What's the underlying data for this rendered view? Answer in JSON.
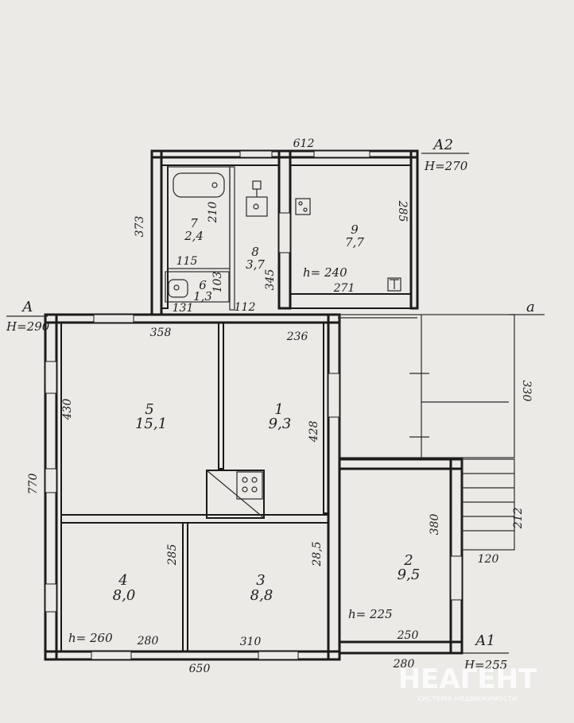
{
  "markers": {
    "a2_label": "А2",
    "a2_height": "Н=270",
    "a_label": "А",
    "a_height": "Н=290",
    "a1_label": "А1",
    "a1_height": "Н=255",
    "small_a": "а"
  },
  "rooms": [
    {
      "num": "1",
      "area": "9,3"
    },
    {
      "num": "2",
      "area": "9,5"
    },
    {
      "num": "3",
      "area": "8,8"
    },
    {
      "num": "4",
      "area": "8,0"
    },
    {
      "num": "5",
      "area": "15,1"
    },
    {
      "num": "6",
      "area": "1,3"
    },
    {
      "num": "7",
      "area": "2,4"
    },
    {
      "num": "8",
      "area": "3,7"
    },
    {
      "num": "9",
      "area": "7,7"
    }
  ],
  "dimensions": {
    "d612": "612",
    "d373": "373",
    "d210": "210",
    "d115": "115",
    "d285a": "285",
    "d271": "271",
    "d345": "345",
    "d103": "103",
    "d131": "131",
    "d112": "112",
    "d358": "358",
    "d236": "236",
    "d430": "430",
    "d770": "770",
    "d428": "428",
    "d330": "330",
    "d380": "380",
    "d212": "212",
    "d120": "120",
    "d285b": "285",
    "d285c": "28,5",
    "d280a": "280",
    "d310": "310",
    "d250": "250",
    "d650": "650",
    "d280b": "280"
  },
  "heights": {
    "h240": "h= 240",
    "h225": "h= 225",
    "h260": "h= 260"
  },
  "watermark": {
    "brand": "НЕАГЕНТ",
    "tagline": "система недвижимости"
  }
}
